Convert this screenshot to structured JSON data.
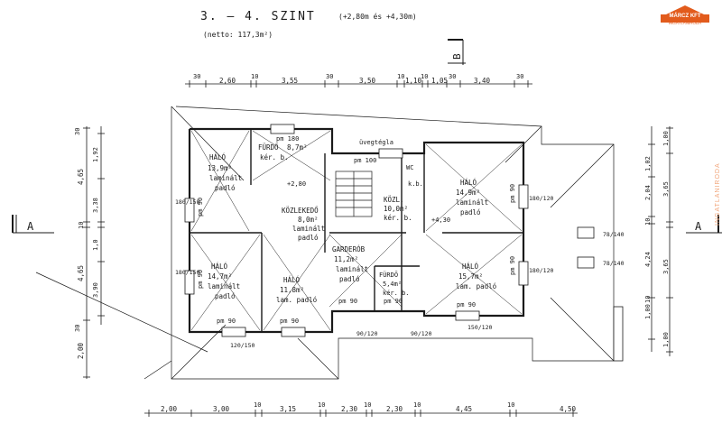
{
  "header": {
    "title": "3. — 4. SZINT",
    "elevations": "(+2,80m és +4,30m)",
    "netto": "(netto: 117,3m²)"
  },
  "logo": {
    "name": "MÁRCZ KFT",
    "sub": "INGATLANIRODA"
  },
  "section_markers": {
    "b": "B",
    "a_left": "A",
    "a_right": "A"
  },
  "dims_top": [
    "30",
    "2,60",
    "10",
    "3,55",
    "30",
    "3,50",
    "10",
    "1,10",
    "10",
    "1,05",
    "30",
    "3,40",
    "30"
  ],
  "dims_bottom": [
    "2,00",
    "3,00",
    "10",
    "3,15",
    "10",
    "2,30",
    "10",
    "2,30",
    "10",
    "4,45",
    "10",
    "4,50"
  ],
  "dims_left_outer": [
    "4,65",
    "10",
    "4,65",
    "2,00"
  ],
  "dims_left_inner": [
    "30",
    "1,92",
    "3,38",
    "1,0",
    "3,90",
    "30"
  ],
  "dims_right_inner": [
    "1,02",
    "2,04",
    "10",
    "4,24",
    "10",
    "1,00"
  ],
  "dims_right_outer": [
    "1,00",
    "3,65",
    "3,65",
    "1,00"
  ],
  "rooms": [
    {
      "name": "HÁLÓ",
      "area": "13,9m²",
      "floor1": "laminált",
      "floor2": "padló"
    },
    {
      "name": "FÜRDŐ",
      "area": "8,7m²",
      "floor1": "kér. b.",
      "floor2": ""
    },
    {
      "name": "KÖZLEKEDŐ",
      "area": "8,0m²",
      "floor1": "laminált",
      "floor2": "padló"
    },
    {
      "name": "KÖZL.",
      "area": "10,0m²",
      "floor1": "kér. b.",
      "floor2": ""
    },
    {
      "name": "WC",
      "area": "",
      "floor1": "k.b.",
      "floor2": ""
    },
    {
      "name": "HÁLÓ",
      "area": "14,9m²",
      "floor1": "laminált",
      "floor2": "padló"
    },
    {
      "name": "HÁLÓ",
      "area": "14,7m²",
      "floor1": "laminált",
      "floor2": "padló"
    },
    {
      "name": "HÁLÓ",
      "area": "11,8m²",
      "floor1": "lam. padló",
      "floor2": ""
    },
    {
      "name": "GARDERÓB",
      "area": "11,2m²",
      "floor1": "laminált",
      "floor2": "padló"
    },
    {
      "name": "FÜRDŐ",
      "area": "5,4m²",
      "floor1": "kér. b.",
      "floor2": ""
    },
    {
      "name": "HÁLÓ",
      "area": "15,7m²",
      "floor1": "lam. padló",
      "floor2": ""
    }
  ],
  "annotations": {
    "pm_labels": [
      "pm 180",
      "pm 100",
      "pm 90",
      "pm 90",
      "pm 90",
      "pm 90",
      "pm 90",
      "pm 90",
      "pm 90",
      "pm 90",
      "pm 90"
    ],
    "glass": "üvegtégla",
    "level_a": "+2,80",
    "level_b": "+4,30",
    "window_codes": [
      "180/150",
      "180/150",
      "180/120",
      "180/120",
      "78/140",
      "78/140",
      "90/120",
      "90/120",
      "120/150",
      "150/120"
    ]
  }
}
